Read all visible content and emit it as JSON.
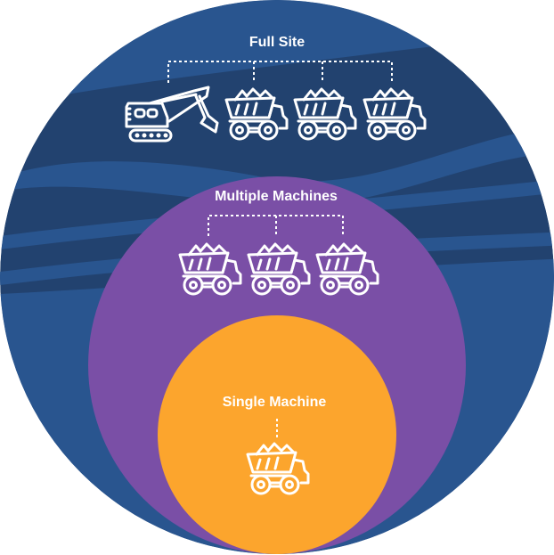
{
  "diagram": {
    "type": "nested-circles",
    "colors": {
      "outer_dark": "#22426f",
      "outer_light": "#29558f",
      "middle": "#7a4fa6",
      "inner": "#fca52d",
      "icon_stroke": "#ffffff"
    },
    "levels": [
      {
        "id": "full-site",
        "label": "Full Site",
        "machines": [
          "excavator-icon",
          "dump-truck-icon",
          "dump-truck-icon",
          "dump-truck-icon"
        ]
      },
      {
        "id": "multiple-machines",
        "label": "Multiple Machines",
        "machines": [
          "dump-truck-icon",
          "dump-truck-icon",
          "dump-truck-icon"
        ]
      },
      {
        "id": "single-machine",
        "label": "Single Machine",
        "machines": [
          "dump-truck-icon"
        ]
      }
    ]
  }
}
